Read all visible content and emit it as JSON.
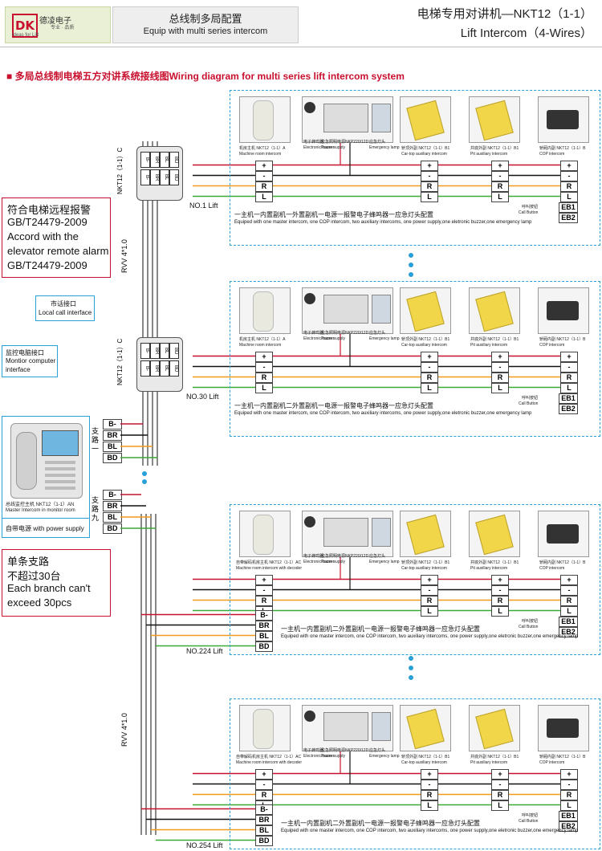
{
  "header": {
    "logo_mark": "DK",
    "logo_cn": "德凌电子",
    "logo_en": "Ideas for Lift",
    "logo_slogan": "专业 · 品质",
    "center_cn": "总线制多局配置",
    "center_en": "Equip with multi series intercom",
    "right_line1": "电梯专用对讲机—NKT12（1-1）",
    "right_line2": "Lift Intercom（4-Wires）"
  },
  "title": "■ 多局总线制电梯五方对讲系统接线图Wiring diagram for multi series lift intercom system",
  "standard_note": [
    "符合电梯远程报警",
    "GB/T24479-2009",
    "Accord with the",
    "elevator remote alarm",
    "GB/T24479-2009"
  ],
  "branch_note": [
    "单条支路",
    "不超过30台",
    "Each branch can't",
    "exceed 30pcs"
  ],
  "labels": {
    "local_call_cn": "市话接口",
    "local_call_en": "Local call interface",
    "monitor_cn": "监控电脑接口",
    "monitor_en1": "Montior computer",
    "monitor_en2": "interface",
    "master_cn": "总线监控主机 NKT12（1-1）AN",
    "master_en": "Master Intercom in monitor room",
    "power_note": "自带电源 with power supply",
    "branch1": "支路一",
    "branch9": "支路九",
    "cable1": "RVV 4*1.0",
    "cable2": "RVV 4*1.0",
    "box_name": "NKT12（1-1）C",
    "call_button_cn": "呼叫按钮",
    "call_button_en": "Call Button"
  },
  "bus_pins": [
    "B-",
    "BR",
    "BL",
    "BD"
  ],
  "terminal_pins": [
    "+",
    "-",
    "R",
    "L"
  ],
  "eb": [
    "EB1",
    "EB2"
  ],
  "devices": {
    "machine": [
      "机房主机 NKT12（1-1）A",
      "Machine room intercom"
    ],
    "machine_decoder": [
      "自带解码机房主机 NKT12（1-1）AC",
      "Machine room intercom with decoder"
    ],
    "emergency_cn": "应急照明电源NKP220/12D",
    "emergency_en": "Power supply",
    "buzzer_cn": "电子蜂鸣器",
    "buzzer_en": "Electronic buzzer",
    "lamp_cn": "应急灯头",
    "lamp_en": "Emergency lamp",
    "cartop": [
      "轿顶外副 NKT12（1-1）B1",
      "Car-top auxiliary intercom"
    ],
    "pit": [
      "井底外副 NKT12（1-1）B1",
      "Pit auxiliary intercom"
    ],
    "cop": [
      "轿厢内副 NKT12（1-1）B",
      "COP intercom"
    ]
  },
  "lifts": [
    {
      "name": "NO.1 Lift",
      "cap_cn": "一主机一内置副机一外置副机一电源一报警电子蜂鸣器一应急灯头配置",
      "cap_en": "Equiped with one master intercom, one COP intercom, two auxiliary intercoms, one power supply,one eletronic buzzer,one emergency lamp"
    },
    {
      "name": "NO.30 Lift",
      "cap_cn": "一主机一内置副机二外置副机一电源一报警电子蜂鸣器一应急灯头配置",
      "cap_en": "Equiped with one master intercom, one COP intercom, two auxiliary intercoms, one power supply,one eletronic buzzer,one emergency lamp"
    },
    {
      "name": "NO.224 Lift",
      "cap_cn": "一主机一内置副机二外置副机一电源一报警电子蜂鸣器一应急灯头配置",
      "cap_en": "Equiped with one master intercom, one COP intercom, two auxiliary intercoms, one power supply,one eletronic buzzer,one emergency lamp"
    },
    {
      "name": "NO.254 Lift",
      "cap_cn": "一主机一内置副机二外置副机一电源一报警电子蜂鸣器一应急灯头配置",
      "cap_en": "Equiped with one master intercom, one COP intercom, two auxiliary intercoms, one power supply,one eletronic buzzer,one emergency lamp"
    }
  ],
  "colors": {
    "red": "#c8102e",
    "blue": "#2aa0d8",
    "orange": "#f39a1e",
    "green": "#3aa935",
    "black": "#111111"
  }
}
